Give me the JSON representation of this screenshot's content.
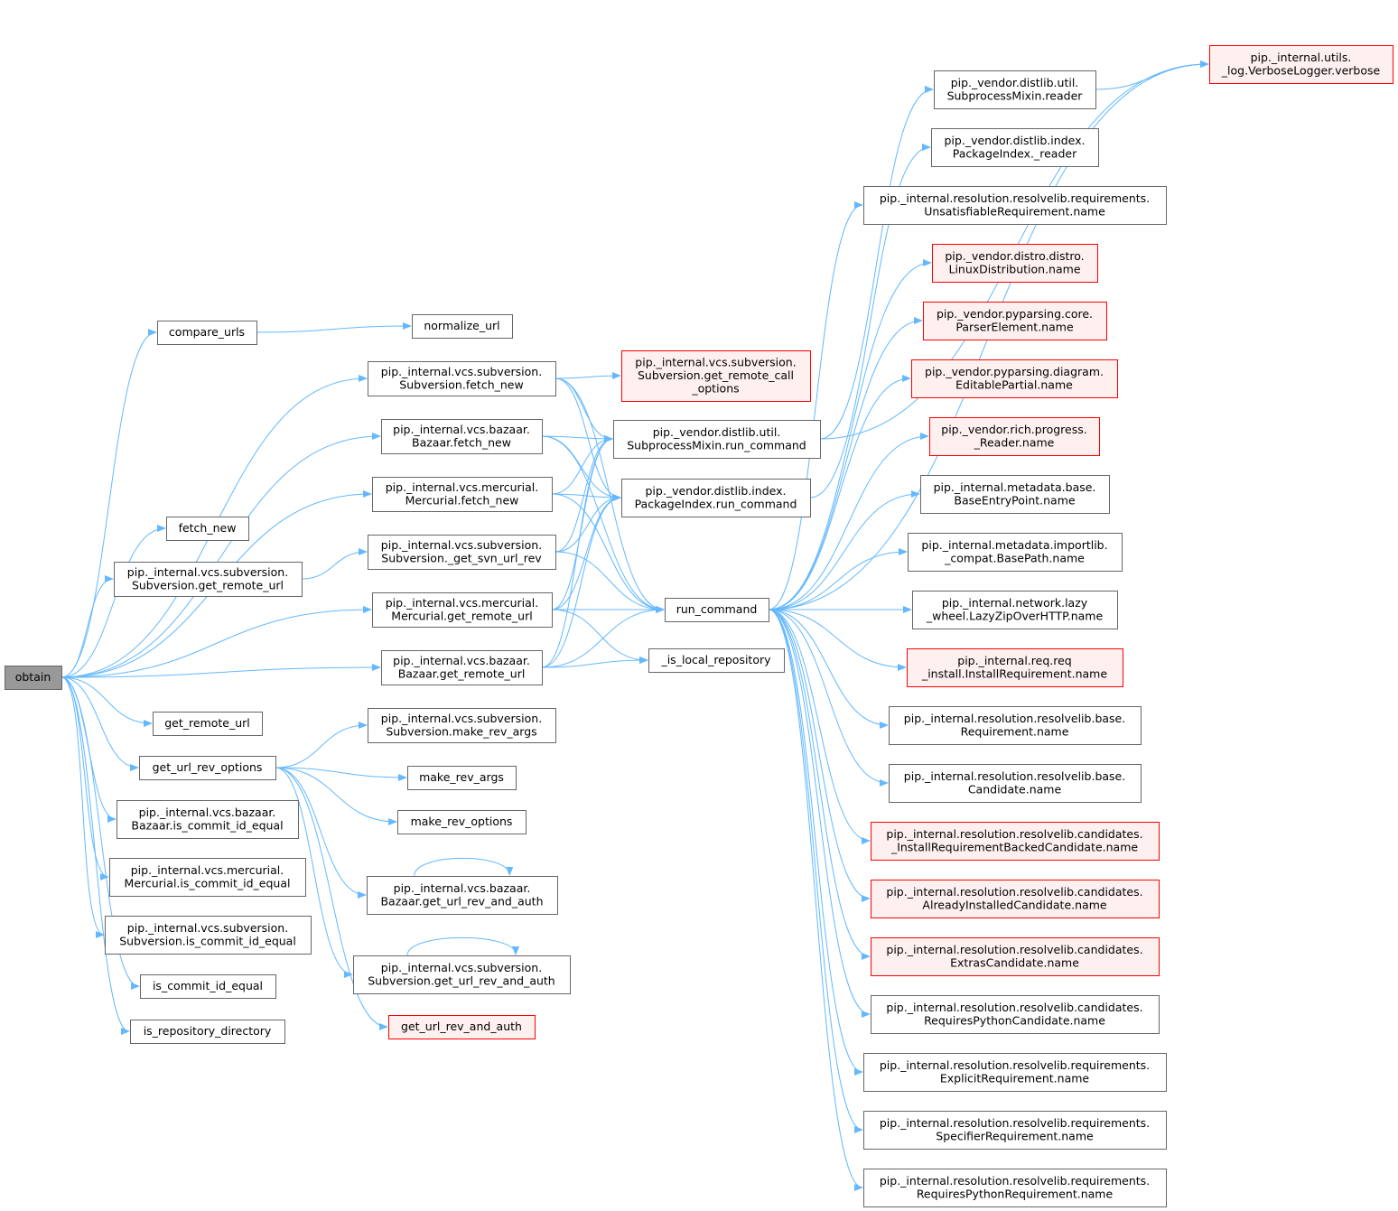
{
  "colors": {
    "edge": "#63b8ff",
    "root_fill": "#999999",
    "root_stroke": "#666666",
    "node_fill": "#ffffff",
    "node_stroke": "#666666",
    "warn_fill": "#fff0f0",
    "warn_stroke": "#ff0000"
  },
  "nodes": [
    {
      "id": "obtain",
      "lines": [
        "obtain"
      ],
      "style": "root"
    },
    {
      "id": "compare_urls",
      "lines": [
        "compare_urls"
      ],
      "style": "normal"
    },
    {
      "id": "normalize_url",
      "lines": [
        "normalize_url"
      ],
      "style": "normal"
    },
    {
      "id": "svn_fetch_new",
      "lines": [
        "pip._internal.vcs.subversion.",
        "Subversion.fetch_new"
      ],
      "style": "normal"
    },
    {
      "id": "svn_get_remote_call_options",
      "lines": [
        "pip._internal.vcs.subversion.",
        "Subversion.get_remote_call",
        "_options"
      ],
      "style": "warn"
    },
    {
      "id": "bzr_fetch_new",
      "lines": [
        "pip._internal.vcs.bazaar.",
        "Bazaar.fetch_new"
      ],
      "style": "normal"
    },
    {
      "id": "distlib_util_run_command",
      "lines": [
        "pip._vendor.distlib.util.",
        "SubprocessMixin.run_command"
      ],
      "style": "normal"
    },
    {
      "id": "hg_fetch_new",
      "lines": [
        "pip._internal.vcs.mercurial.",
        "Mercurial.fetch_new"
      ],
      "style": "normal"
    },
    {
      "id": "distlib_index_run_command",
      "lines": [
        "pip._vendor.distlib.index.",
        "PackageIndex.run_command"
      ],
      "style": "normal"
    },
    {
      "id": "fetch_new",
      "lines": [
        "fetch_new"
      ],
      "style": "normal"
    },
    {
      "id": "svn_get_svn_url_rev",
      "lines": [
        "pip._internal.vcs.subversion.",
        "Subversion._get_svn_url_rev"
      ],
      "style": "normal"
    },
    {
      "id": "svn_get_remote_url",
      "lines": [
        "pip._internal.vcs.subversion.",
        "Subversion.get_remote_url"
      ],
      "style": "normal"
    },
    {
      "id": "hg_get_remote_url",
      "lines": [
        "pip._internal.vcs.mercurial.",
        "Mercurial.get_remote_url"
      ],
      "style": "normal"
    },
    {
      "id": "run_command",
      "lines": [
        "run_command"
      ],
      "style": "normal"
    },
    {
      "id": "bzr_get_remote_url",
      "lines": [
        "pip._internal.vcs.bazaar.",
        "Bazaar.get_remote_url"
      ],
      "style": "normal"
    },
    {
      "id": "is_local_repository",
      "lines": [
        "_is_local_repository"
      ],
      "style": "normal"
    },
    {
      "id": "get_remote_url",
      "lines": [
        "get_remote_url"
      ],
      "style": "normal"
    },
    {
      "id": "svn_make_rev_args",
      "lines": [
        "pip._internal.vcs.subversion.",
        "Subversion.make_rev_args"
      ],
      "style": "normal"
    },
    {
      "id": "get_url_rev_options",
      "lines": [
        "get_url_rev_options"
      ],
      "style": "normal"
    },
    {
      "id": "make_rev_args",
      "lines": [
        "make_rev_args"
      ],
      "style": "normal"
    },
    {
      "id": "make_rev_options",
      "lines": [
        "make_rev_options"
      ],
      "style": "normal"
    },
    {
      "id": "bzr_is_commit_id_equal",
      "lines": [
        "pip._internal.vcs.bazaar.",
        "Bazaar.is_commit_id_equal"
      ],
      "style": "normal"
    },
    {
      "id": "hg_is_commit_id_equal",
      "lines": [
        "pip._internal.vcs.mercurial.",
        "Mercurial.is_commit_id_equal"
      ],
      "style": "normal"
    },
    {
      "id": "svn_is_commit_id_equal",
      "lines": [
        "pip._internal.vcs.subversion.",
        "Subversion.is_commit_id_equal"
      ],
      "style": "normal"
    },
    {
      "id": "is_commit_id_equal",
      "lines": [
        "is_commit_id_equal"
      ],
      "style": "normal"
    },
    {
      "id": "is_repository_directory",
      "lines": [
        "is_repository_directory"
      ],
      "style": "normal"
    },
    {
      "id": "bzr_get_url_rev_and_auth",
      "lines": [
        "pip._internal.vcs.bazaar.",
        "Bazaar.get_url_rev_and_auth"
      ],
      "style": "normal"
    },
    {
      "id": "svn_get_url_rev_and_auth",
      "lines": [
        "pip._internal.vcs.subversion.",
        "Subversion.get_url_rev_and_auth"
      ],
      "style": "normal"
    },
    {
      "id": "get_url_rev_and_auth",
      "lines": [
        "get_url_rev_and_auth"
      ],
      "style": "warn"
    },
    {
      "id": "verbose",
      "lines": [
        "pip._internal.utils.",
        "_log.VerboseLogger.verbose"
      ],
      "style": "warn"
    },
    {
      "id": "distlib_util_reader",
      "lines": [
        "pip._vendor.distlib.util.",
        "SubprocessMixin.reader"
      ],
      "style": "normal"
    },
    {
      "id": "distlib_index_reader",
      "lines": [
        "pip._vendor.distlib.index.",
        "PackageIndex._reader"
      ],
      "style": "normal"
    },
    {
      "id": "unsat_req_name",
      "lines": [
        "pip._internal.resolution.resolvelib.requirements.",
        "UnsatisfiableRequirement.name"
      ],
      "style": "normal"
    },
    {
      "id": "distro_name",
      "lines": [
        "pip._vendor.distro.distro.",
        "LinuxDistribution.name"
      ],
      "style": "warn"
    },
    {
      "id": "pyparsing_core_name",
      "lines": [
        "pip._vendor.pyparsing.core.",
        "ParserElement.name"
      ],
      "style": "warn"
    },
    {
      "id": "pyparsing_diagram_name",
      "lines": [
        "pip._vendor.pyparsing.diagram.",
        "EditablePartial.name"
      ],
      "style": "warn"
    },
    {
      "id": "rich_reader_name",
      "lines": [
        "pip._vendor.rich.progress.",
        "_Reader.name"
      ],
      "style": "warn"
    },
    {
      "id": "base_entry_point_name",
      "lines": [
        "pip._internal.metadata.base.",
        "BaseEntryPoint.name"
      ],
      "style": "normal"
    },
    {
      "id": "basepath_name",
      "lines": [
        "pip._internal.metadata.importlib.",
        "_compat.BasePath.name"
      ],
      "style": "normal"
    },
    {
      "id": "lazy_wheel_name",
      "lines": [
        "pip._internal.network.lazy",
        "_wheel.LazyZipOverHTTP.name"
      ],
      "style": "normal"
    },
    {
      "id": "install_req_name",
      "lines": [
        "pip._internal.req.req",
        "_install.InstallRequirement.name"
      ],
      "style": "warn"
    },
    {
      "id": "base_requirement_name",
      "lines": [
        "pip._internal.resolution.resolvelib.base.",
        "Requirement.name"
      ],
      "style": "normal"
    },
    {
      "id": "base_candidate_name",
      "lines": [
        "pip._internal.resolution.resolvelib.base.",
        "Candidate.name"
      ],
      "style": "normal"
    },
    {
      "id": "irbc_name",
      "lines": [
        "pip._internal.resolution.resolvelib.candidates.",
        "_InstallRequirementBackedCandidate.name"
      ],
      "style": "warn"
    },
    {
      "id": "aic_name",
      "lines": [
        "pip._internal.resolution.resolvelib.candidates.",
        "AlreadyInstalledCandidate.name"
      ],
      "style": "warn"
    },
    {
      "id": "extras_name",
      "lines": [
        "pip._internal.resolution.resolvelib.candidates.",
        "ExtrasCandidate.name"
      ],
      "style": "warn"
    },
    {
      "id": "rpc_name",
      "lines": [
        "pip._internal.resolution.resolvelib.candidates.",
        "RequiresPythonCandidate.name"
      ],
      "style": "normal"
    },
    {
      "id": "explicit_req_name",
      "lines": [
        "pip._internal.resolution.resolvelib.requirements.",
        "ExplicitRequirement.name"
      ],
      "style": "normal"
    },
    {
      "id": "specifier_req_name",
      "lines": [
        "pip._internal.resolution.resolvelib.requirements.",
        "SpecifierRequirement.name"
      ],
      "style": "normal"
    },
    {
      "id": "rpr_name",
      "lines": [
        "pip._internal.resolution.resolvelib.requirements.",
        "RequiresPythonRequirement.name"
      ],
      "style": "normal"
    }
  ],
  "edges": [
    [
      "obtain",
      "compare_urls"
    ],
    [
      "obtain",
      "svn_fetch_new"
    ],
    [
      "obtain",
      "bzr_fetch_new"
    ],
    [
      "obtain",
      "hg_fetch_new"
    ],
    [
      "obtain",
      "fetch_new"
    ],
    [
      "obtain",
      "svn_get_remote_url"
    ],
    [
      "obtain",
      "hg_get_remote_url"
    ],
    [
      "obtain",
      "bzr_get_remote_url"
    ],
    [
      "obtain",
      "get_remote_url"
    ],
    [
      "obtain",
      "get_url_rev_options"
    ],
    [
      "obtain",
      "bzr_is_commit_id_equal"
    ],
    [
      "obtain",
      "hg_is_commit_id_equal"
    ],
    [
      "obtain",
      "svn_is_commit_id_equal"
    ],
    [
      "obtain",
      "is_commit_id_equal"
    ],
    [
      "obtain",
      "is_repository_directory"
    ],
    [
      "compare_urls",
      "normalize_url"
    ],
    [
      "svn_fetch_new",
      "svn_get_remote_call_options"
    ],
    [
      "svn_fetch_new",
      "distlib_util_run_command"
    ],
    [
      "svn_fetch_new",
      "distlib_index_run_command"
    ],
    [
      "svn_fetch_new",
      "run_command"
    ],
    [
      "bzr_fetch_new",
      "distlib_util_run_command"
    ],
    [
      "bzr_fetch_new",
      "distlib_index_run_command"
    ],
    [
      "bzr_fetch_new",
      "run_command"
    ],
    [
      "hg_fetch_new",
      "distlib_util_run_command"
    ],
    [
      "hg_fetch_new",
      "distlib_index_run_command"
    ],
    [
      "hg_fetch_new",
      "run_command"
    ],
    [
      "svn_get_remote_url",
      "svn_get_svn_url_rev"
    ],
    [
      "svn_get_svn_url_rev",
      "distlib_util_run_command"
    ],
    [
      "svn_get_svn_url_rev",
      "distlib_index_run_command"
    ],
    [
      "svn_get_svn_url_rev",
      "run_command"
    ],
    [
      "hg_get_remote_url",
      "distlib_util_run_command"
    ],
    [
      "hg_get_remote_url",
      "distlib_index_run_command"
    ],
    [
      "hg_get_remote_url",
      "run_command"
    ],
    [
      "hg_get_remote_url",
      "is_local_repository"
    ],
    [
      "bzr_get_remote_url",
      "distlib_util_run_command"
    ],
    [
      "bzr_get_remote_url",
      "distlib_index_run_command"
    ],
    [
      "bzr_get_remote_url",
      "run_command"
    ],
    [
      "bzr_get_remote_url",
      "is_local_repository"
    ],
    [
      "get_url_rev_options",
      "svn_make_rev_args"
    ],
    [
      "get_url_rev_options",
      "make_rev_args"
    ],
    [
      "get_url_rev_options",
      "make_rev_options"
    ],
    [
      "get_url_rev_options",
      "bzr_get_url_rev_and_auth"
    ],
    [
      "get_url_rev_options",
      "svn_get_url_rev_and_auth"
    ],
    [
      "get_url_rev_options",
      "get_url_rev_and_auth"
    ],
    [
      "bzr_get_url_rev_and_auth",
      "bzr_get_url_rev_and_auth"
    ],
    [
      "svn_get_url_rev_and_auth",
      "svn_get_url_rev_and_auth"
    ],
    [
      "distlib_util_run_command",
      "verbose"
    ],
    [
      "distlib_util_run_command",
      "distlib_util_reader"
    ],
    [
      "distlib_index_run_command",
      "distlib_index_reader"
    ],
    [
      "distlib_util_reader",
      "verbose"
    ],
    [
      "run_command",
      "verbose"
    ],
    [
      "run_command",
      "unsat_req_name"
    ],
    [
      "run_command",
      "distro_name"
    ],
    [
      "run_command",
      "pyparsing_core_name"
    ],
    [
      "run_command",
      "pyparsing_diagram_name"
    ],
    [
      "run_command",
      "rich_reader_name"
    ],
    [
      "run_command",
      "base_entry_point_name"
    ],
    [
      "run_command",
      "basepath_name"
    ],
    [
      "run_command",
      "lazy_wheel_name"
    ],
    [
      "run_command",
      "install_req_name"
    ],
    [
      "run_command",
      "base_requirement_name"
    ],
    [
      "run_command",
      "base_candidate_name"
    ],
    [
      "run_command",
      "irbc_name"
    ],
    [
      "run_command",
      "aic_name"
    ],
    [
      "run_command",
      "extras_name"
    ],
    [
      "run_command",
      "rpc_name"
    ],
    [
      "run_command",
      "explicit_req_name"
    ],
    [
      "run_command",
      "specifier_req_name"
    ],
    [
      "run_command",
      "rpr_name"
    ]
  ]
}
